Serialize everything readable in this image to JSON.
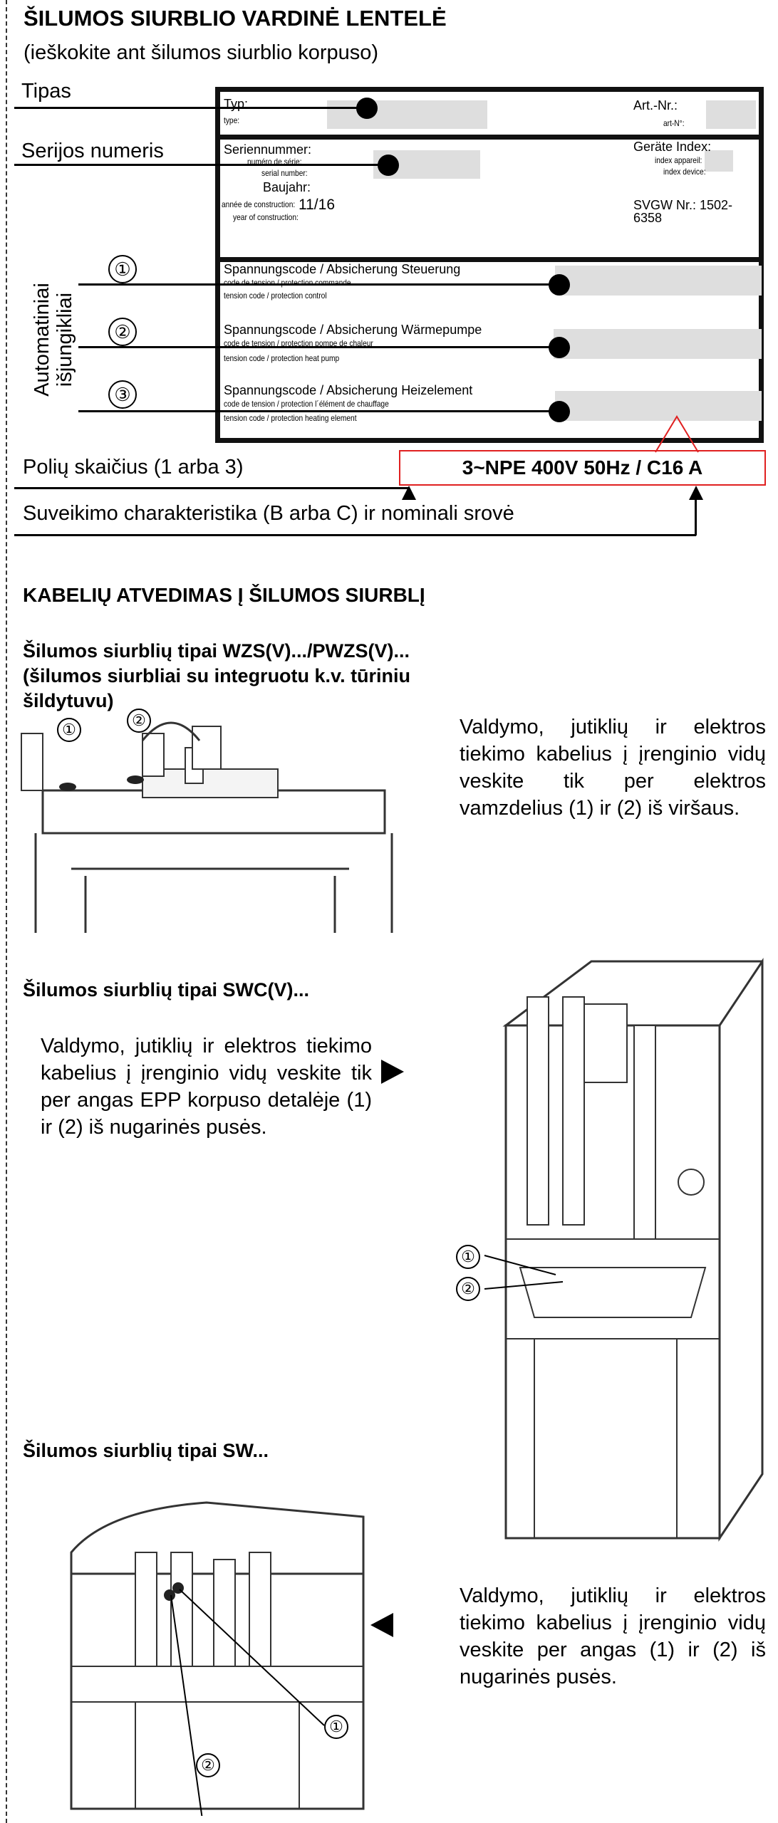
{
  "title": "ŠILUMOS SIURBLIO VARDINĖ LENTELĖ",
  "subtitle": "(ieškokite ant šilumos siurblio korpuso)",
  "labels": {
    "type": "Tipas",
    "serial": "Serijos numeris",
    "breakers": "Automatiniai išjungikliai",
    "breakers_l1": "Automatiniai",
    "breakers_l2": "išjungikliai",
    "c1": "①",
    "c2": "②",
    "c3": "③",
    "poles": "Polių skaičius (1 arba 3)",
    "characteristic": "Suveikimo charakteristika (B arba C) ir nominali srovė"
  },
  "plate": {
    "typ": "Typ:",
    "type": "type:",
    "art": "Art.-Nr.:",
    "art_fr": "art-N°:",
    "serien": "Seriennummer:",
    "numero": "numéro de série:",
    "serial": "serial number:",
    "index": "Geräte Index:",
    "index_fr": "index appareil:",
    "index_en": "index device:",
    "baujahr": "Baujahr:",
    "annee": "année de construction:",
    "year": "year of construction:",
    "year_value": "11/16",
    "svgw": "SVGW Nr.: 1502-6358",
    "r1": "Spannungscode / Absicherung Steuerung",
    "r1a": "code de tension / protection commande",
    "r1b": "tension code / protection control",
    "r2": "Spannungscode / Absicherung Wärmepumpe",
    "r2a": "code de tension / protection pompe de chaleur",
    "r2b": "tension code / protection heat pump",
    "r3": "Spannungscode / Absicherung Heizelement",
    "r3a": "code de tension / protection l´élément de chauffage",
    "r3b": "tension code / protection heating element"
  },
  "spec": "3~NPE 400V 50Hz / C16 A",
  "section_title": "KABELIŲ ATVEDIMAS Į ŠILUMOS SIURBLĮ",
  "wzs": {
    "heading": "Šilumos siurblių tipai WZS(V).../PWZS(V)... (šilumos siurbliai su integruotu k.v. tūriniu šildytuvu)",
    "text": "Valdymo, jutiklių ir elektros tiekimo kabelius į įrenginio vidų veskite tik per elektros vamzdelius (1) ir (2) iš viršaus.",
    "m1": "①",
    "m2": "②"
  },
  "swc": {
    "heading": "Šilumos siurblių tipai SWC(V)...",
    "text": "Valdymo, jutiklių ir elektros tiekimo kabelius į įrenginio vidų veskite tik per angas EPP korpuso detalėje (1) ir (2) iš nugarinės pusės.",
    "m1": "①",
    "m2": "②"
  },
  "sw": {
    "heading": "Šilumos siurblių tipai SW...",
    "text": "Valdymo, jutiklių ir elektros tiekimo kabelius į įrenginio vidų veskite per angas (1) ir (2) iš nugarinės pusės.",
    "m1": "①",
    "m2": "②"
  },
  "colors": {
    "accent_red": "#e02020",
    "field_gray": "#dedede"
  }
}
